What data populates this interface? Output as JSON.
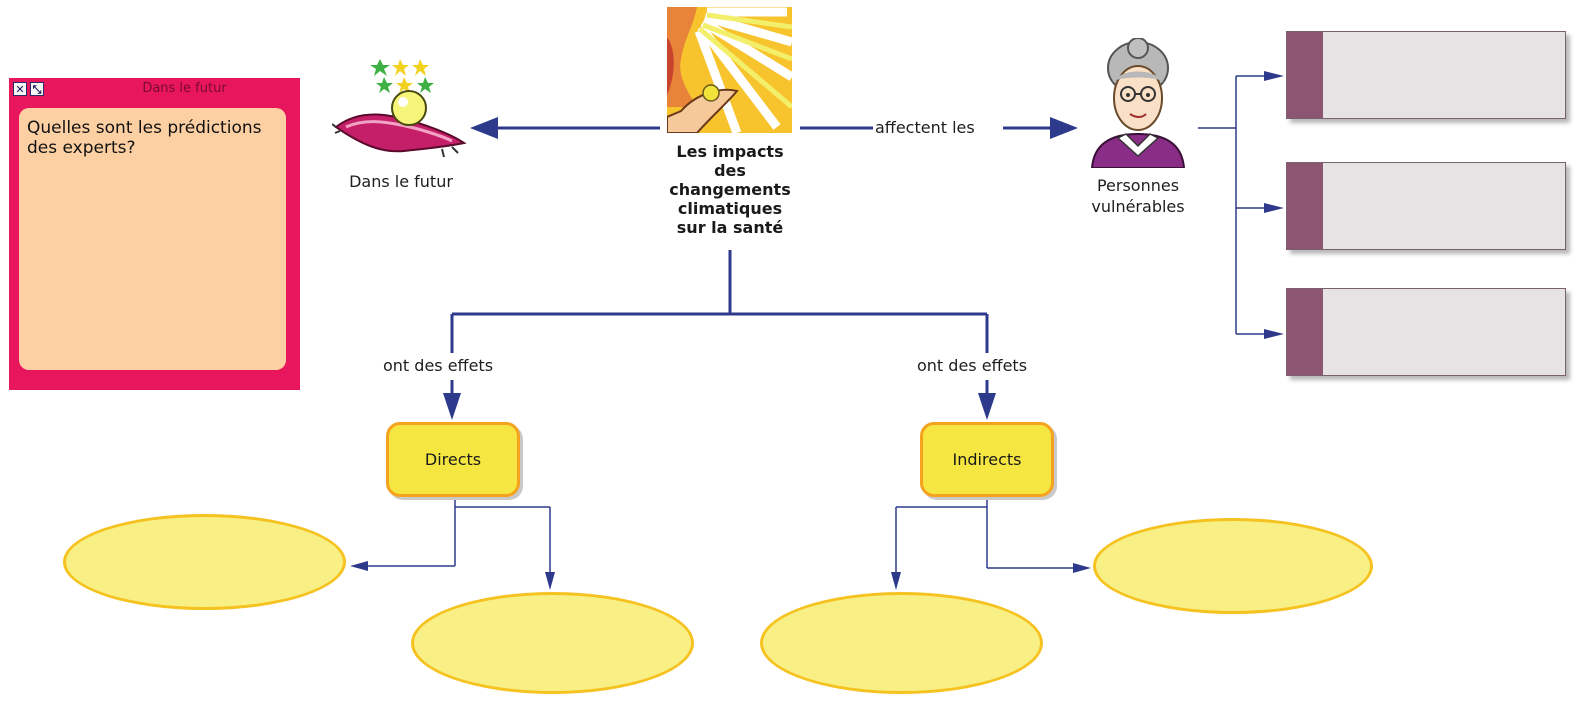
{
  "note": {
    "title": "Dans le futur",
    "close_glyph": "✕",
    "resize_glyph": "⤡",
    "body": "Quelles sont les prédictions des experts?"
  },
  "nodes": {
    "future_label": "Dans le futur",
    "center_title": [
      "Les impacts",
      "des",
      "changements",
      "climatiques",
      "sur la santé"
    ],
    "vulnerable_label": [
      "Personnes",
      "vulnérables"
    ],
    "directs_label": "Directs",
    "indirects_label": "Indirects"
  },
  "links": {
    "affect_label": "affectent les",
    "effects_left": "ont des effets",
    "effects_right": "ont des effets"
  },
  "colors": {
    "connector": "#2d3a8c",
    "note_bg": "#e8175d",
    "note_body": "#fdd0a4",
    "node_fill": "#f5e642",
    "node_border": "#f5a21f",
    "ellipse_fill": "#f8ef85",
    "box_strip": "#8c5673",
    "box_fill": "#e5e3e3"
  },
  "icons": [
    "magic-carpet-crystal-ball-icon",
    "sun-hand-icon",
    "elderly-woman-icon"
  ]
}
